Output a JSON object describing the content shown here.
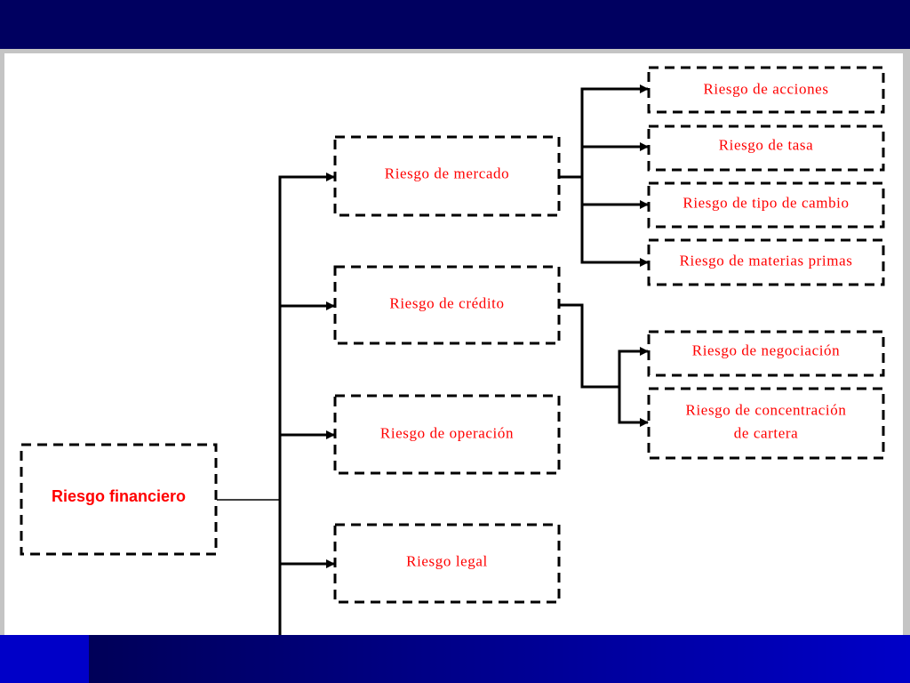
{
  "slide": {
    "colors": {
      "header_bar": "#000060",
      "footer_accent": "#0000c8",
      "footer_gradient_end": "#0000c8",
      "label_text": "#ff0000",
      "box_border": "#000000"
    }
  },
  "diagram": {
    "root": {
      "label": "Riesgo financiero"
    },
    "branches": [
      {
        "label": "Riesgo de mercado",
        "children": [
          {
            "label": "Riesgo de acciones"
          },
          {
            "label": "Riesgo de tasa"
          },
          {
            "label": "Riesgo de tipo de cambio"
          },
          {
            "label": "Riesgo de materias primas"
          }
        ]
      },
      {
        "label": "Riesgo de crédito",
        "children": [
          {
            "label": "Riesgo de negociación"
          },
          {
            "label_lines": [
              "Riesgo de concentración",
              "de cartera"
            ]
          }
        ]
      },
      {
        "label": "Riesgo de operación"
      },
      {
        "label": "Riesgo legal"
      }
    ]
  }
}
